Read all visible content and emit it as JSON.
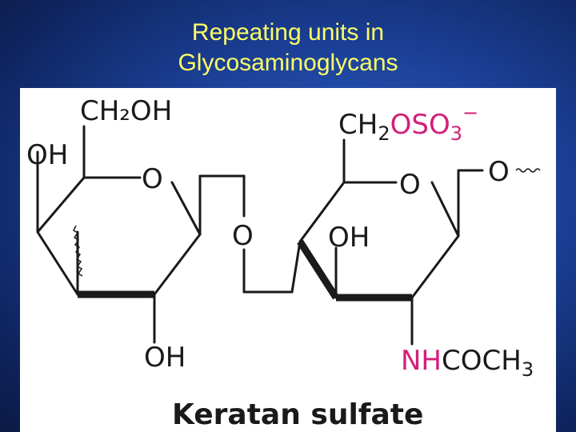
{
  "title": {
    "line1": "Repeating units in",
    "line2": "Glycosaminoglycans"
  },
  "structure": {
    "ring1": {
      "ch2oh": "CH₂OH",
      "oh_left": "OH",
      "ring_o": "O",
      "oh_bottom": "OH"
    },
    "linkage_o": "O",
    "ring2": {
      "ch2": "CH",
      "ch2_sub": "2",
      "oso3": "OSO",
      "oso3_sub": "3",
      "oso3_charge": "−",
      "ring_o": "O",
      "oh_c3": "OH",
      "nh": "NH",
      "coch3": "COCH",
      "coch3_sub": "3",
      "glyco_o": "O"
    },
    "name": "Keratan sulfate"
  },
  "colors": {
    "title": "#ffff66",
    "highlight": "#d21f7a",
    "ink": "#1a1a1a"
  }
}
